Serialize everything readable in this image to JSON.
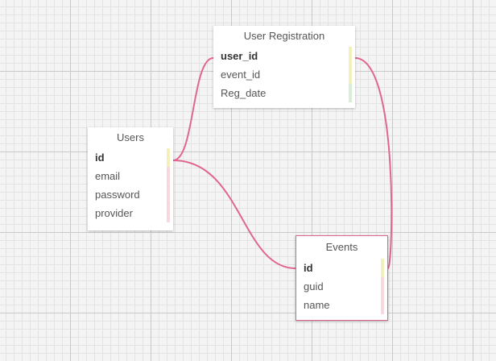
{
  "theme": {
    "connector_color": "#e0668f",
    "key_marker_color": "#f3f1b8",
    "field_marker_color": "#f6d9de",
    "date_marker_color": "#d6efd6"
  },
  "tables": {
    "users": {
      "title": "Users",
      "fields": [
        {
          "name": "id",
          "key": true,
          "marker": "key"
        },
        {
          "name": "email",
          "key": false,
          "marker": "field"
        },
        {
          "name": "password",
          "key": false,
          "marker": "field"
        },
        {
          "name": "provider",
          "key": false,
          "marker": "field"
        }
      ]
    },
    "user_registration": {
      "title": "User Registration",
      "fields": [
        {
          "name": "user_id",
          "key": true,
          "marker": "key"
        },
        {
          "name": "event_id",
          "key": false,
          "marker": "key"
        },
        {
          "name": "Reg_date",
          "key": false,
          "marker": "date"
        }
      ]
    },
    "events": {
      "title": "Events",
      "fields": [
        {
          "name": "id",
          "key": true,
          "marker": "key"
        },
        {
          "name": "guid",
          "key": false,
          "marker": "field"
        },
        {
          "name": "name",
          "key": false,
          "marker": "field"
        }
      ]
    }
  },
  "relationships": [
    {
      "from": "Users.id",
      "to": "User Registration.user_id"
    },
    {
      "from": "Users.id",
      "to": "Events.id"
    },
    {
      "from": "User Registration.user_id",
      "to": "Events.id"
    }
  ]
}
